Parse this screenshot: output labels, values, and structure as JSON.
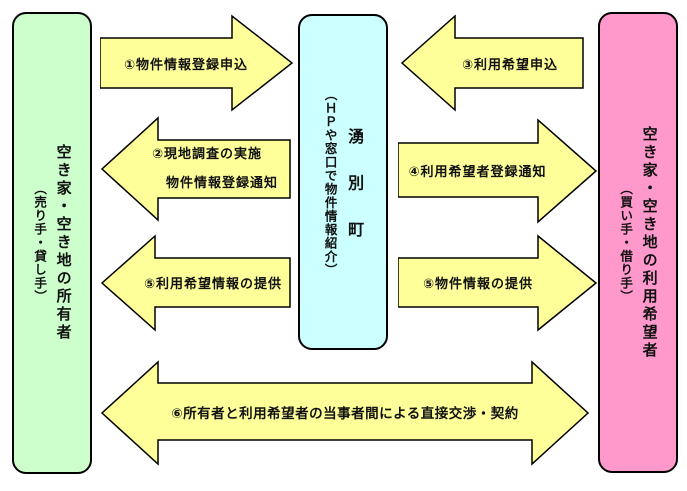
{
  "colors": {
    "owner_box": "#ccffcc",
    "town_box": "#ccffff",
    "seeker_box": "#ff99cc",
    "arrow_fill": "#ffff99",
    "border": "#000000",
    "text": "#111111"
  },
  "boxes": {
    "owner": {
      "title": "空き家・空き地の所有者",
      "subtitle": "（売り手・貸し手）"
    },
    "town": {
      "title": "湧別町",
      "subtitle_open": "（",
      "subtitle_latin": "ＨＰ",
      "subtitle_rest": "や窓口で物件情報紹介）"
    },
    "seeker": {
      "title": "空き家・空き地の利用希望者",
      "subtitle": "（買い手・借り手）"
    }
  },
  "arrows": {
    "a1": {
      "label": "①物件情報登録申込",
      "direction": "right"
    },
    "a2": {
      "line1": "②現地調査の実施",
      "line2": "物件情報登録通知",
      "direction": "left"
    },
    "a3": {
      "label": "③利用希望申込",
      "direction": "left"
    },
    "a4": {
      "label": "④利用希望者登録通知",
      "direction": "right"
    },
    "a5_left": {
      "label": "⑤利用希望情報の提供",
      "direction": "left"
    },
    "a5_right": {
      "label": "⑤物件情報の提供",
      "direction": "right"
    },
    "a6": {
      "label": "⑥所有者と利用希望者の当事者間による直接交渉・契約",
      "direction": "both"
    }
  }
}
